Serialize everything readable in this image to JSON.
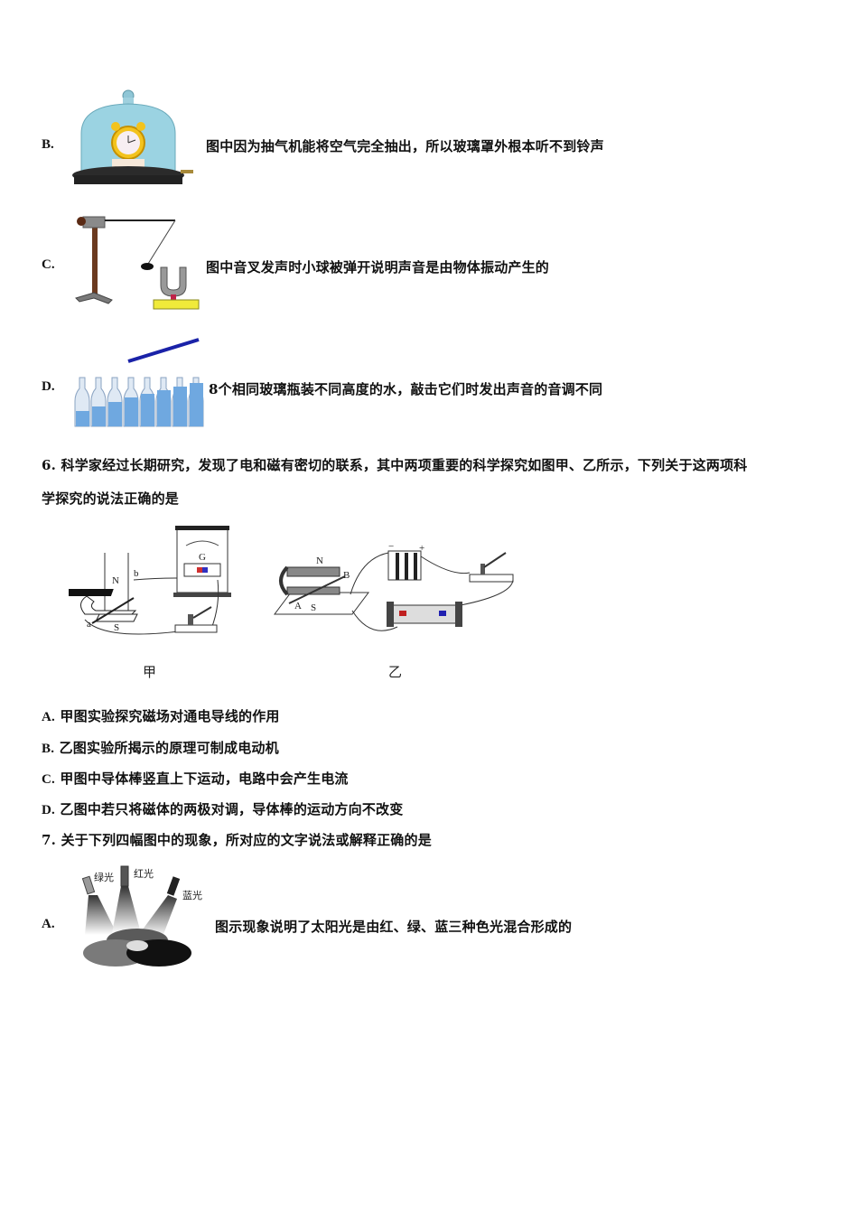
{
  "q5_options": [
    {
      "letter": "B.",
      "text": "图中因为抽气机能将空气完全抽出，所以玻璃罩外根本听不到铃声",
      "figure": "bell-jar-alarm-clock"
    },
    {
      "letter": "C.",
      "text": "图中音叉发声时小球被弹开说明声音是由物体振动产生的",
      "figure": "tuning-fork-pendulum"
    },
    {
      "letter": "D.",
      "text": "8个相同玻璃瓶装不同高度的水，敲击它们时发出声音的音调不同",
      "figure": "water-bottles"
    }
  ],
  "q6": {
    "number": "6.",
    "stem_line1": "科学家经过长期研究，发现了电和磁有密切的联系，其中两项重要的科学探究如图甲、乙所示，下列关于这两项科",
    "stem_line2": "学探究的说法正确的是",
    "figures": {
      "jia": {
        "caption": "甲",
        "labels": {
          "north": "N",
          "south": "S",
          "a": "a",
          "b": "b",
          "galvanometer": "G"
        }
      },
      "yi": {
        "caption": "乙",
        "labels": {
          "north": "N",
          "south": "S",
          "a": "A",
          "b": "B",
          "minus": "−",
          "plus": "+"
        }
      }
    },
    "options": [
      {
        "letter": "A.",
        "text": "甲图实验探究磁场对通电导线的作用"
      },
      {
        "letter": "B.",
        "text": "乙图实验所揭示的原理可制成电动机"
      },
      {
        "letter": "C.",
        "text": "甲图中导体棒竖直上下运动，电路中会产生电流"
      },
      {
        "letter": "D.",
        "text": "乙图中若只将磁体的两极对调，导体棒的运动方向不改变"
      }
    ]
  },
  "q7": {
    "number": "7.",
    "stem": "关于下列四幅图中的现象，所对应的文字说法或解释正确的是",
    "options": [
      {
        "letter": "A.",
        "text": "图示现象说明了太阳光是由红、绿、蓝三种色光混合形成的",
        "figure": "rgb-light-mixing",
        "figure_labels": {
          "green": "绿光",
          "red": "红光",
          "blue": "蓝光"
        }
      }
    ]
  }
}
